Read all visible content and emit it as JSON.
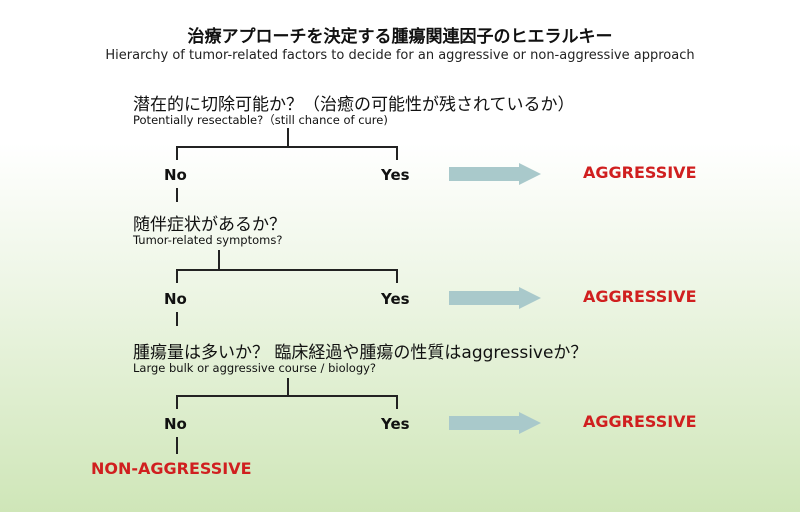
{
  "title_jp": "治療アプローチを決定する腫瘍関連因子のヒエラルキー",
  "title_en": "Hierarchy of tumor-related factors to decide for an aggressive or non-aggressive approach",
  "colors": {
    "result_red": "#d01f1f",
    "arrow_fill": "#a9c9cb",
    "line": "#222222"
  },
  "questions": [
    {
      "jp": "潜在的に切除可能か？（治癒の可能性が残されているか）",
      "en": "Potentially resectable?（still chance of cure)",
      "no": "No",
      "yes": "Yes",
      "result": "AGGRESSIVE"
    },
    {
      "jp": "随伴症状があるか？",
      "en": "Tumor-related symptoms?",
      "no": "No",
      "yes": "Yes",
      "result": "AGGRESSIVE"
    },
    {
      "jp": "腫瘍量は多いか？ 臨床経過や腫瘍の性質はaggressiveか？",
      "en": "Large bulk or aggressive course / biology?",
      "no": "No",
      "yes": "Yes",
      "result": "AGGRESSIVE"
    }
  ],
  "final_result": "NON-AGGRESSIVE"
}
